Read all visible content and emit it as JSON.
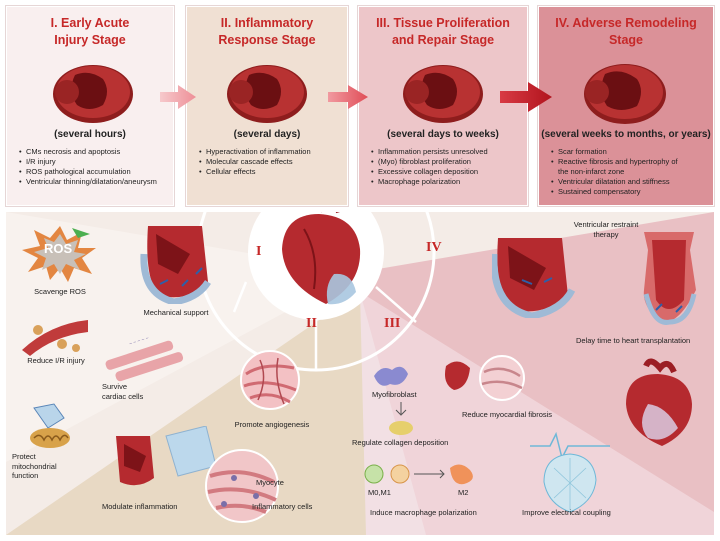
{
  "stages": [
    {
      "title": "I. Early Acute\nInjury Stage",
      "time": "(several hours)",
      "items": [
        "CMs necrosis and apoptosis",
        "I/R injury",
        "ROS pathological accumulation",
        "Ventricular thinning/dilatation/aneurysm"
      ]
    },
    {
      "title": "II. Inflammatory\nResponse Stage",
      "time": "(several days)",
      "items": [
        "Hyperactivation of inflammation",
        "Molecular cascade effects",
        "Cellular effects"
      ]
    },
    {
      "title": "III. Tissue Proliferation\nand Repair Stage",
      "time": "(several days to weeks)",
      "items": [
        "Inflammation persists unresolved",
        "(Myo) fibroblast proliferation",
        "Excessive collagen deposition",
        "Macrophage polarization"
      ]
    },
    {
      "title": "IV. Adverse Remodeling\nStage",
      "time": "(several weeks to months, or years)",
      "items": [
        "Scar formation",
        "Reactive fibrosis and hypertrophy of\nthe non-infarct zone",
        "Ventricular dilatation and stiffness",
        "Sustained compensatory"
      ]
    }
  ],
  "sectors": {
    "I": "I",
    "II": "II",
    "III": "III",
    "IV": "IV"
  },
  "quadrant1": {
    "ros_badge": "ROS",
    "scavenge": "Scavenge ROS",
    "mechanical": "Mechanical support",
    "reduce_ir": "Reduce I/R injury",
    "survive": "Survive\ncardiac cells",
    "protect": "Protect\nmitochondrial\nfunction"
  },
  "quadrant2": {
    "angiogenesis": "Promote angiogenesis",
    "modulate": "Modulate inflammation",
    "myocyte": "Myocyte",
    "inflammatory": "Inflammatory cells"
  },
  "quadrant3": {
    "myofibroblast": "Myofibroblast",
    "reduce_fibrosis": "Reduce myocardial fibrosis",
    "collagen": "Regulate collagen deposition",
    "m0m1": "M0,M1",
    "m2": "M2",
    "macrophage": "Induce macrophage polarization",
    "electrical": "Improve electrical coupling"
  },
  "quadrant4": {
    "restraint": "Ventricular restraint\ntherapy",
    "delay": "Delay time to heart transplantation"
  },
  "colors": {
    "accent": "#c62828",
    "stage1": "#f8eeee",
    "stage2": "#efdfd2",
    "stage3": "#ecc4c7",
    "stage4": "#d98f97"
  }
}
